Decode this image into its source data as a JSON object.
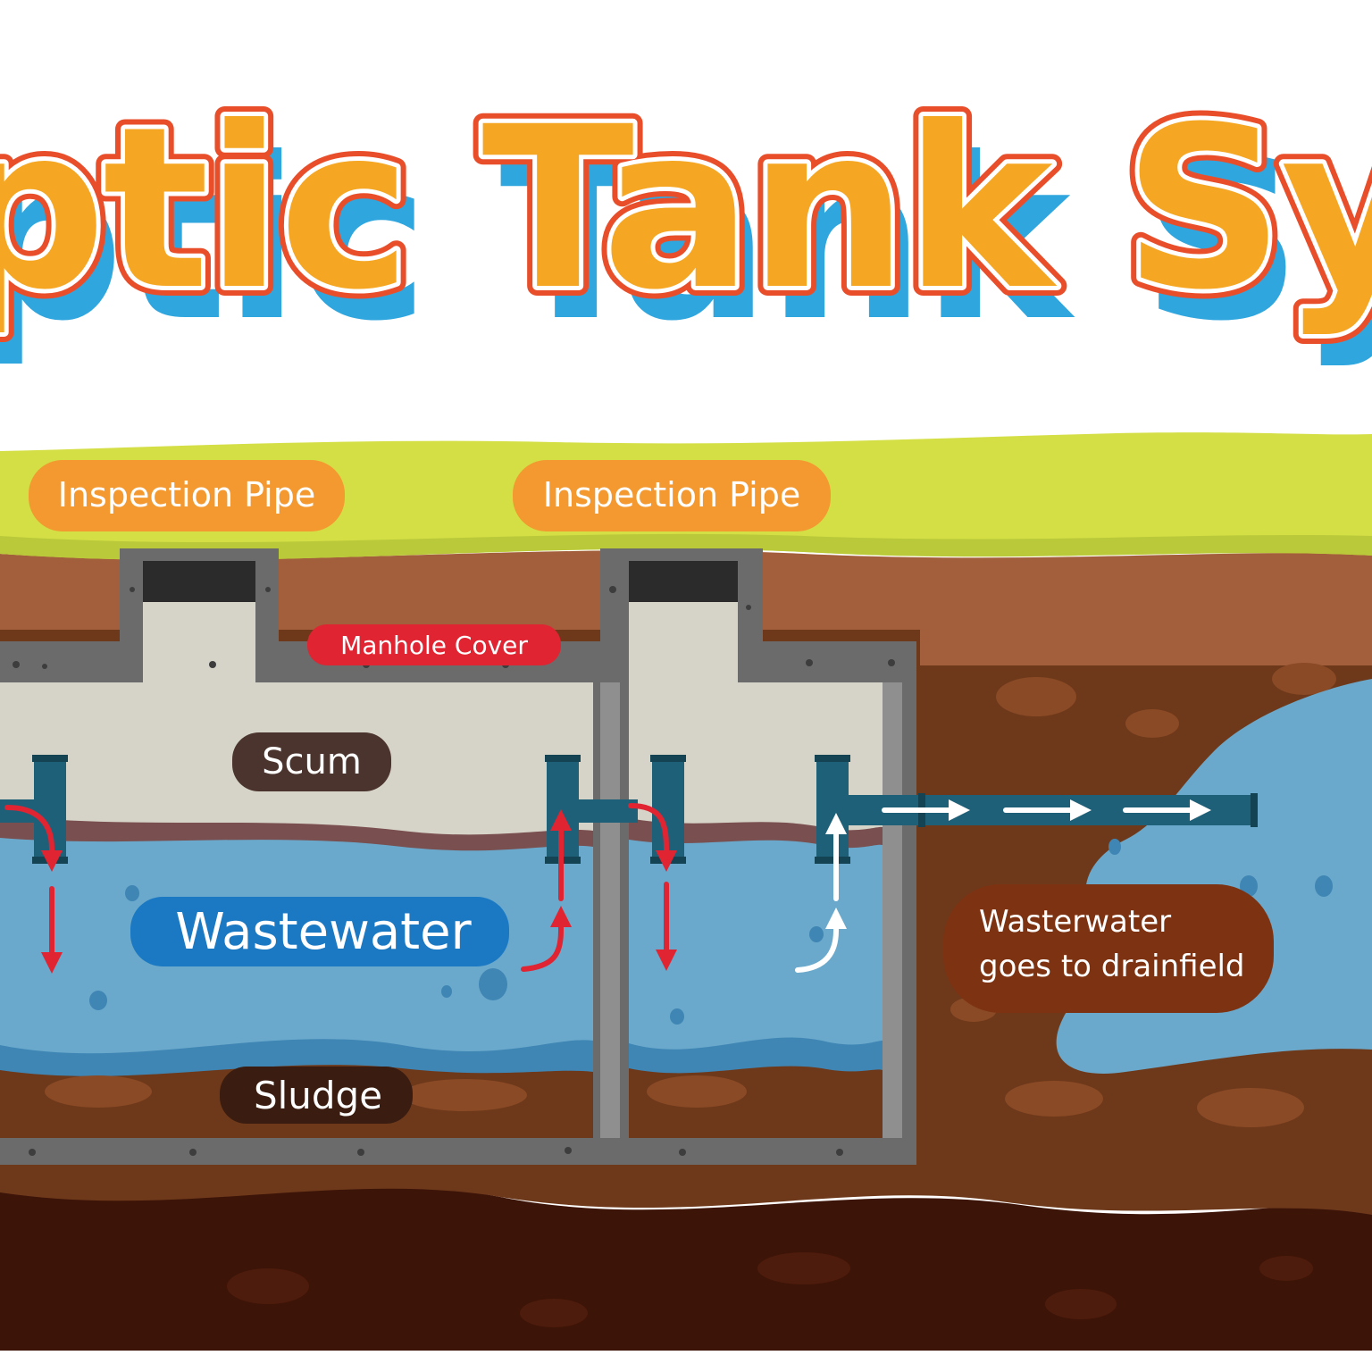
{
  "title": "ptic Tank Syst",
  "labels": {
    "inspection_pipe_1": "Inspection Pipe",
    "inspection_pipe_2": "Inspection Pipe",
    "manhole_cover": "Manhole Cover",
    "scum": "Scum",
    "wastewater": "Wastewater",
    "sludge": "Sludge",
    "drainfield_line1": "Wasterwater",
    "drainfield_line2": "goes to drainfield"
  },
  "colors": {
    "title_yellow": "#f9c531",
    "title_orange": "#f08f2a",
    "title_outline": "#e94e2b",
    "title_shadow": "#30a6df",
    "label_orange": "#f3992f",
    "label_red": "#e02432",
    "label_dark_brown": "#4a342d",
    "label_blue": "#1b79c4",
    "label_brown": "#7d3312",
    "grass": "#d4df45",
    "soil_top": "#a35e3b",
    "soil_mid": "#6e391b",
    "soil_deep": "#3d1408",
    "tank_wall": "#6b6b6b",
    "scum": "#d6d4c8",
    "water": "#6aa9cb",
    "pipe": "#1f6079",
    "flow_in": "#e02432",
    "flow_out": "#ffffff"
  },
  "icons": [
    "flow-arrow-red",
    "flow-arrow-white",
    "manhole-cap"
  ]
}
